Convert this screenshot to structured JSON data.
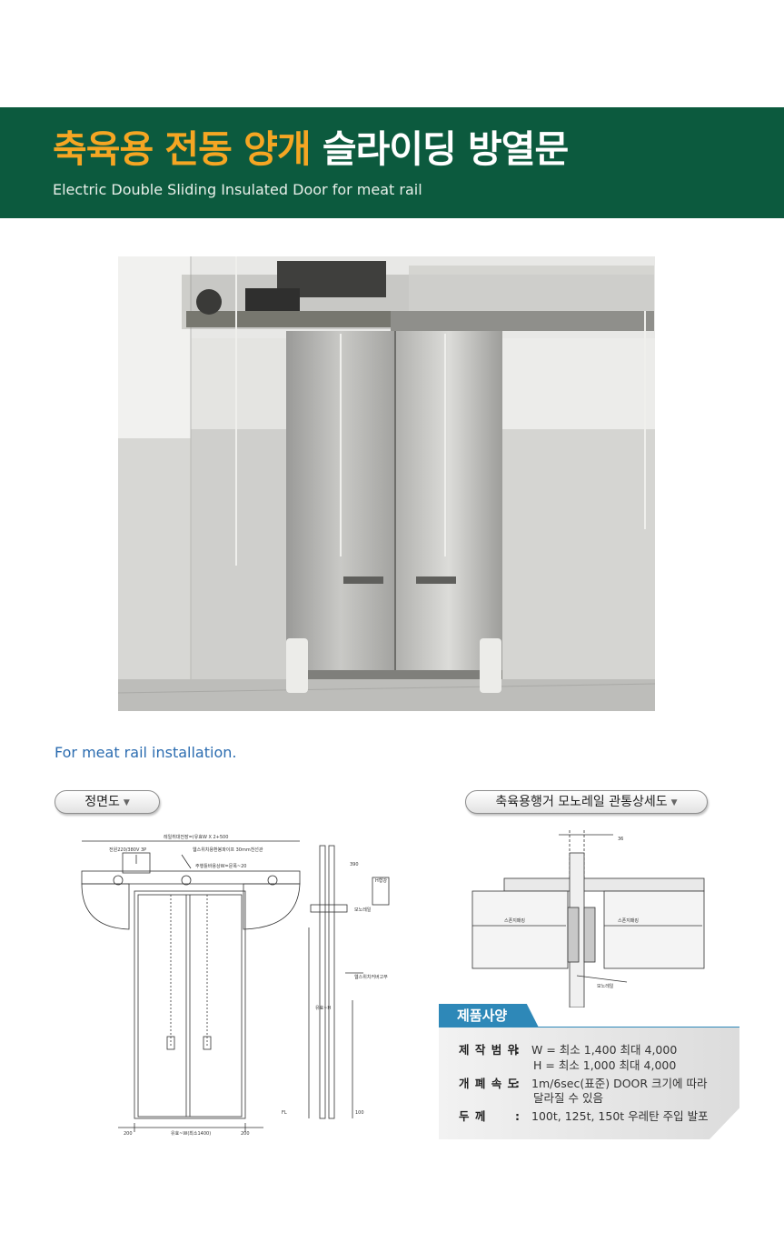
{
  "header": {
    "title_highlight": "축육용 전동 양개",
    "title_rest": "슬라이딩 방열문",
    "subtitle": "Electric Double Sliding Insulated Door for meat rail"
  },
  "caption": "For meat rail installation.",
  "front_view": {
    "label": "정면도",
    "annotations": {
      "top_width": "레일취대전장=(유효W X 2+500",
      "power": "전원220/380V 3P",
      "limit_pipe": "웹스위치용환봉파이프 30mm천선관",
      "rail_width": "주행틀바용상W=문폭~20",
      "dim_390": "390",
      "h_label": "H형강",
      "monorail": "모노레일",
      "side_h": "유효~H",
      "wire_rubber": "웹스위치커버고무",
      "bottom_left": "200",
      "bottom_mid": "유효~W(최소1400)",
      "bottom_right": "200",
      "fl": "FL",
      "side_100": "100"
    }
  },
  "monorail_view": {
    "label": "축육용행거 모노레일 관통상세도",
    "annotations": {
      "dim_36": "36",
      "left_seal": "스폰지패킹",
      "right_seal": "스폰지패킹",
      "monorail": "모노레일"
    }
  },
  "specs": {
    "tab": "제품사양",
    "rows": [
      {
        "label": "제 작 범 위",
        "colon": ":",
        "value": "W = 최소 1,400 최대 4,000",
        "cont": "H = 최소 1,000 최대 4,000"
      },
      {
        "label": "개 폐 속 도",
        "colon": ":",
        "value": "1m/6sec(표준) DOOR 크기에 따라",
        "cont": "달라질 수 있음"
      },
      {
        "label": "두       께",
        "colon": ":",
        "value": "100t, 125t, 150t 우레탄 주입 발포"
      }
    ]
  },
  "icons": {
    "pill_arrow": "▼"
  },
  "colors": {
    "banner": "#0c5a3e",
    "title_highlight": "#f5a623",
    "caption": "#2b6cb0",
    "spec_tab": "#2e88b8"
  }
}
